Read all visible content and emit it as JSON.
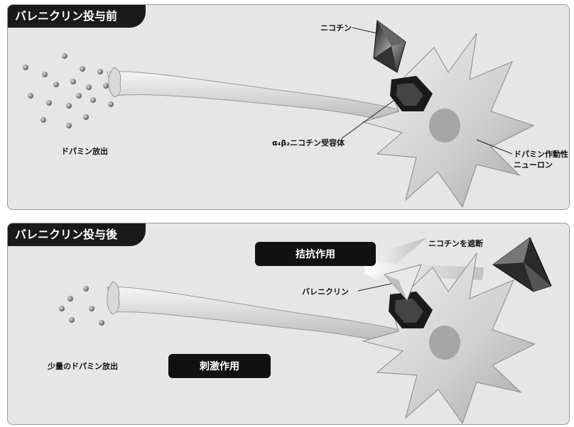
{
  "before": {
    "title": "バレニクリン投与前",
    "nicotine": "ニコチン",
    "receptor": "α₄β₂ニコチン受容体",
    "dopamine_release": "ドパミン放出",
    "neuron_line1": "ドパミン作動性",
    "neuron_line2": "ニューロン"
  },
  "after": {
    "title": "バレニクリン投与後",
    "block_nicotine": "ニコチンを遮断",
    "antagonist": "拮抗作用",
    "varenicline": "バレニクリン",
    "small_release": "少量のドパミン放出",
    "agonist": "刺激作用"
  }
}
